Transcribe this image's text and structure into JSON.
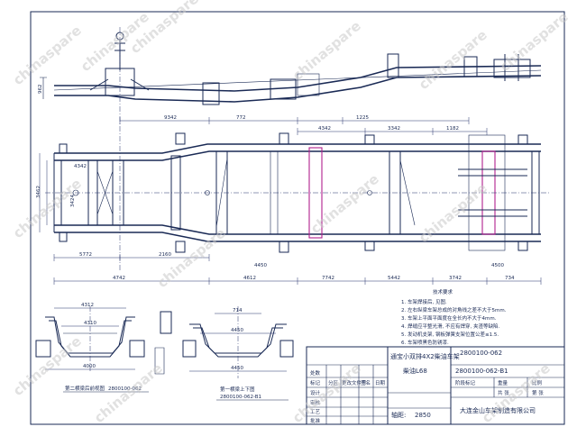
{
  "drawing": {
    "dimensions": {
      "d_4342": "4342",
      "d_4342b": "4342",
      "d_9342": "9342",
      "d_3462": "3462",
      "d_3424": "3424",
      "d_772": "772",
      "d_1225": "1225",
      "d_1182": "1182",
      "d_5772": "5772",
      "d_2160": "2160",
      "d_4500": "4500",
      "d_4450": "4450",
      "d_5442": "5442",
      "d_3742": "3742",
      "d_4612": "4612",
      "d_3342": "3342",
      "d_7742": "7742",
      "d_734": "734",
      "d_4742": "4742"
    },
    "section_left": {
      "top_dim": "4312",
      "mid_dim": "4310",
      "bottom_dim": "4000",
      "note_line1": "第二横梁后前视图",
      "note_line2": "2800100-062"
    },
    "section_right": {
      "top_dim": "714",
      "mid_dim": "4450",
      "bottom_dim": "4450",
      "note_line1": "第一横梁上下图",
      "note_line2": "2800100-062-B1"
    },
    "tech_notes": {
      "title": "技术要求",
      "lines": [
        "1. 车架焊接后, 见图.",
        "2. 左右纵梁车架总成的对角线之差不大于5mm.",
        "3. 车架上平面平面度在全长内不大于4mm.",
        "4. 焊缝应平整光滑, 不应有焊穿, 夹渣等缺陷.",
        "5. 发动机支架, 钢板弹簧支架位置公差≤1.5.",
        "6. 车架喷黑色防锈漆."
      ]
    },
    "title_block": {
      "product_name": "通宝小双排4X2柴油车架",
      "engine": "柴油L68",
      "part_no_1": "2800100-062",
      "part_no_2": "2800100-062-B1",
      "header_cells": [
        "处数",
        "分区",
        "更改文件号",
        "签名",
        "日期"
      ],
      "roles": [
        "标记",
        "设计",
        "审核",
        "工艺",
        "批准"
      ],
      "stage": "阶段标记",
      "weight": "重量",
      "scale": "比例",
      "sheets": "共 张",
      "sheet": "第 张",
      "scale_label": "轴距:",
      "scale_value": "2850",
      "company": "大连金山车架制造有限公司"
    },
    "watermark": "chinaspare"
  }
}
